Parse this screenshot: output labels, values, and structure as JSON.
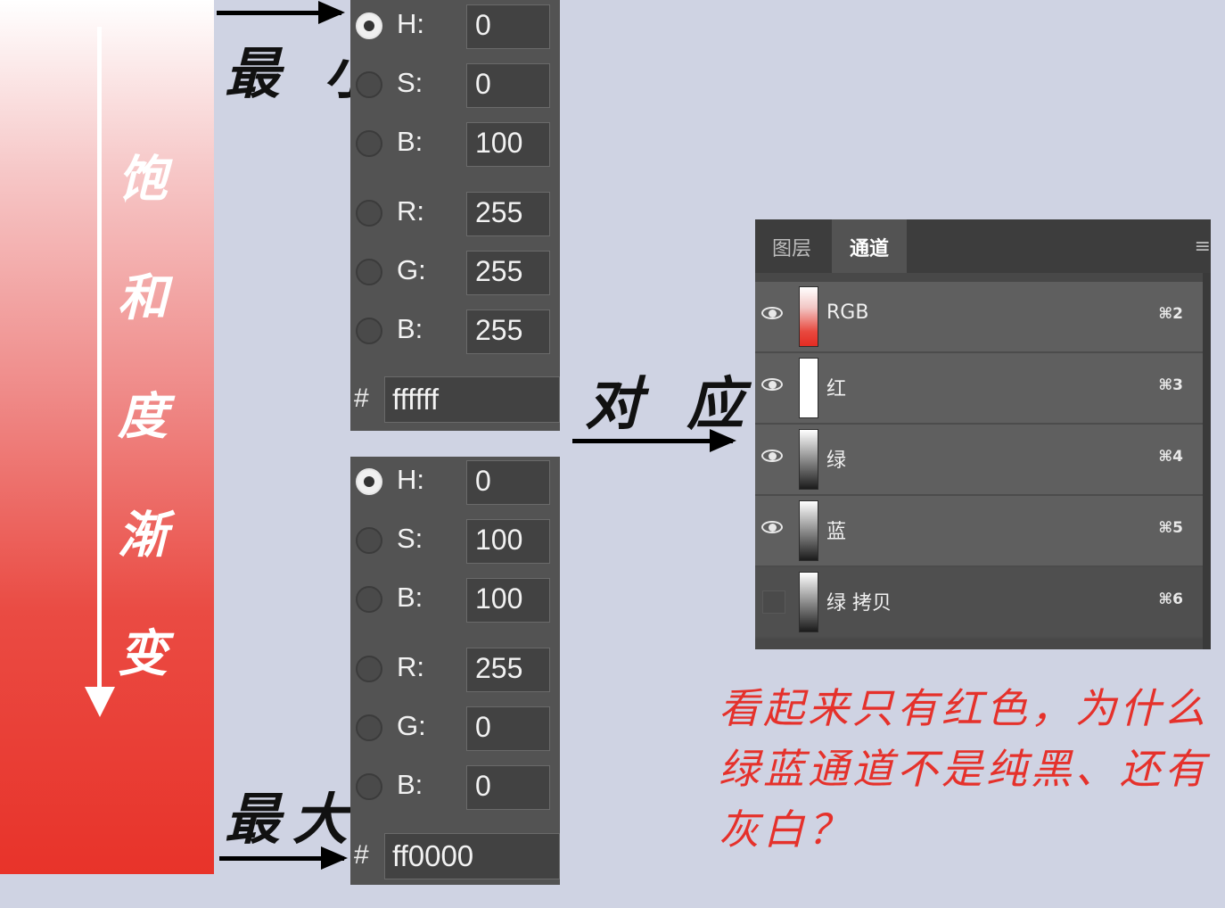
{
  "gradient_label": "饱和度渐变",
  "labels": {
    "min": "最 小",
    "max": "最大",
    "correspond": "对 应"
  },
  "panel_min": {
    "rows": [
      {
        "label": "H:",
        "value": "0",
        "selected": true
      },
      {
        "label": "S:",
        "value": "0",
        "selected": false
      },
      {
        "label": "B:",
        "value": "100",
        "selected": false
      },
      {
        "label": "R:",
        "value": "255",
        "selected": false
      },
      {
        "label": "G:",
        "value": "255",
        "selected": false
      },
      {
        "label": "B:",
        "value": "255",
        "selected": false
      }
    ],
    "hash": "#",
    "hex": "ffffff"
  },
  "panel_max": {
    "rows": [
      {
        "label": "H:",
        "value": "0",
        "selected": true
      },
      {
        "label": "S:",
        "value": "100",
        "selected": false
      },
      {
        "label": "B:",
        "value": "100",
        "selected": false
      },
      {
        "label": "R:",
        "value": "255",
        "selected": false
      },
      {
        "label": "G:",
        "value": "0",
        "selected": false
      },
      {
        "label": "B:",
        "value": "0",
        "selected": false
      }
    ],
    "hash": "#",
    "hex": "ff0000"
  },
  "channels_panel": {
    "tabs": [
      "图层",
      "通道"
    ],
    "active_tab": "通道",
    "menu_icon": "≡",
    "channels": [
      {
        "name": "RGB",
        "shortcut": "⌘2",
        "visible": true
      },
      {
        "name": "红",
        "shortcut": "⌘3",
        "visible": true
      },
      {
        "name": "绿",
        "shortcut": "⌘4",
        "visible": true
      },
      {
        "name": "蓝",
        "shortcut": "⌘5",
        "visible": true
      },
      {
        "name": "绿 拷贝",
        "shortcut": "⌘6",
        "visible": false
      }
    ]
  },
  "note": "看起来只有红色，为什么绿蓝通道不是纯黑、还有灰白？",
  "colors": {
    "panel_bg": "#535353",
    "page_bg": "#cfd3e3",
    "note_red": "#e5312b",
    "gradient_end": "#e8332a"
  }
}
